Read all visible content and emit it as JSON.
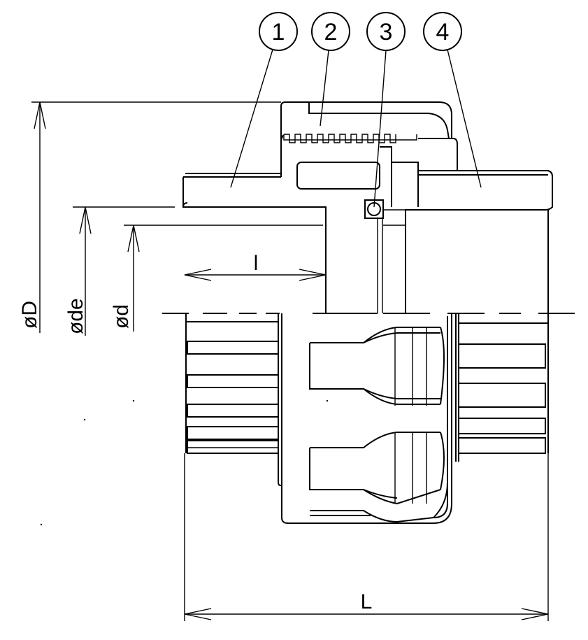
{
  "callouts": [
    {
      "number": "1"
    },
    {
      "number": "2"
    },
    {
      "number": "3"
    },
    {
      "number": "4"
    }
  ],
  "dimensions": {
    "outer_diameter": "øD",
    "external_diameter": "øde",
    "internal_diameter": "ød",
    "socket_length": "l",
    "overall_length": "L"
  },
  "colors": {
    "line": "#000000",
    "background": "#ffffff"
  }
}
